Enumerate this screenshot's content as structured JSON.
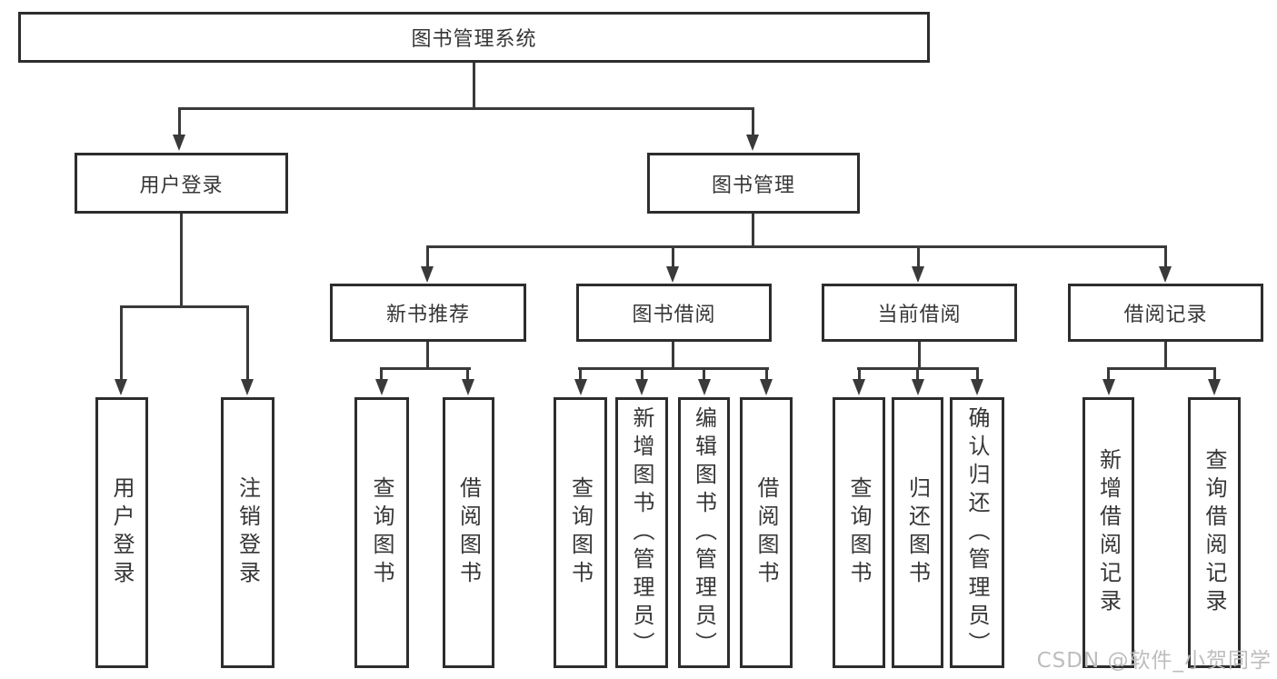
{
  "colors": {
    "line": "#3a3a3a",
    "box_border": "#2d2d2d",
    "text": "#363636",
    "watermark": "#bdbdbd",
    "background": "#ffffff"
  },
  "watermark": {
    "text": "CSDN @软件_小贺同学"
  },
  "tree": {
    "root": {
      "label": "图书管理系统",
      "children": [
        {
          "label": "用户登录",
          "children": [
            {
              "label": "用户登录"
            },
            {
              "label": "注销登录"
            }
          ]
        },
        {
          "label": "图书管理",
          "children": [
            {
              "label": "新书推荐",
              "children": [
                {
                  "label": "查询图书"
                },
                {
                  "label": "借阅图书"
                }
              ]
            },
            {
              "label": "图书借阅",
              "children": [
                {
                  "label": "查询图书"
                },
                {
                  "label": "新增图书（管理员）"
                },
                {
                  "label": "编辑图书（管理员）"
                },
                {
                  "label": "借阅图书"
                }
              ]
            },
            {
              "label": "当前借阅",
              "children": [
                {
                  "label": "查询图书"
                },
                {
                  "label": "归还图书"
                },
                {
                  "label": "确认归还（管理员）"
                }
              ]
            },
            {
              "label": "借阅记录",
              "children": [
                {
                  "label": "新增借阅记录"
                },
                {
                  "label": "查询借阅记录"
                }
              ]
            }
          ]
        }
      ]
    }
  }
}
